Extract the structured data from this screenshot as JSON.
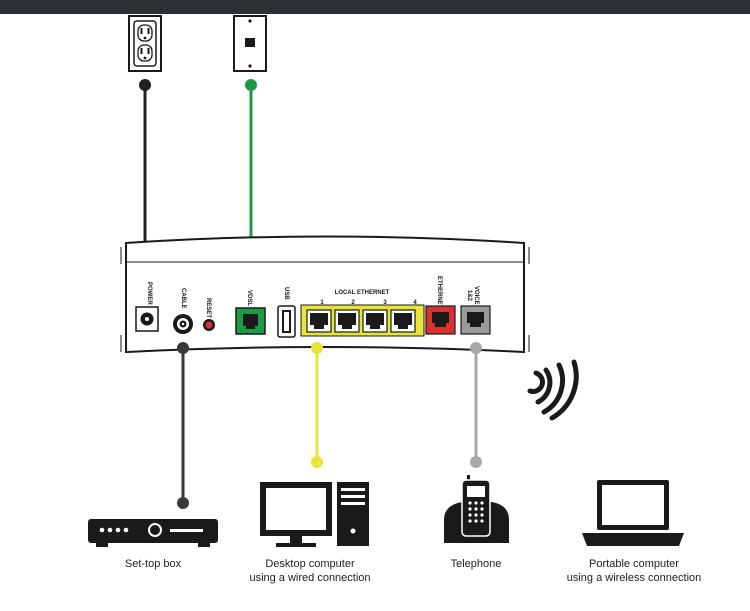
{
  "router": {
    "ports": {
      "power": "POWER",
      "cable": "CABLE",
      "reset": "RESET",
      "vdsl": "VDSL",
      "usb": "USB",
      "local_ethernet": "LOCAL ETHERNET",
      "ethernet": "ETHERNET",
      "voice": "VOICE",
      "voice_sub": "1&2"
    },
    "ethernet_numbers": [
      "1",
      "2",
      "3",
      "4"
    ]
  },
  "devices": {
    "settop": "Set-top box",
    "desktop_line1": "Desktop computer",
    "desktop_line2": "using a wired connection",
    "telephone": "Telephone",
    "laptop_line1": "Portable computer",
    "laptop_line2": "using a wireless connection"
  },
  "colors": {
    "power_cable": "#1f1f1f",
    "vdsl_cable": "#1e9a46",
    "coax_cable": "#3a3a3a",
    "ethernet_cable": "#e8e43a",
    "phone_cable": "#a8a8a8",
    "vdsl_port": "#1e9a46",
    "ethernet_port": "#d9322e",
    "voice_port": "#9a9a9a",
    "reset_button": "#d9322e"
  },
  "icons": [
    "power-outlet-icon",
    "phone-jack-icon",
    "wifi-signal-icon",
    "set-top-box-icon",
    "desktop-computer-icon",
    "telephone-icon",
    "laptop-icon"
  ]
}
